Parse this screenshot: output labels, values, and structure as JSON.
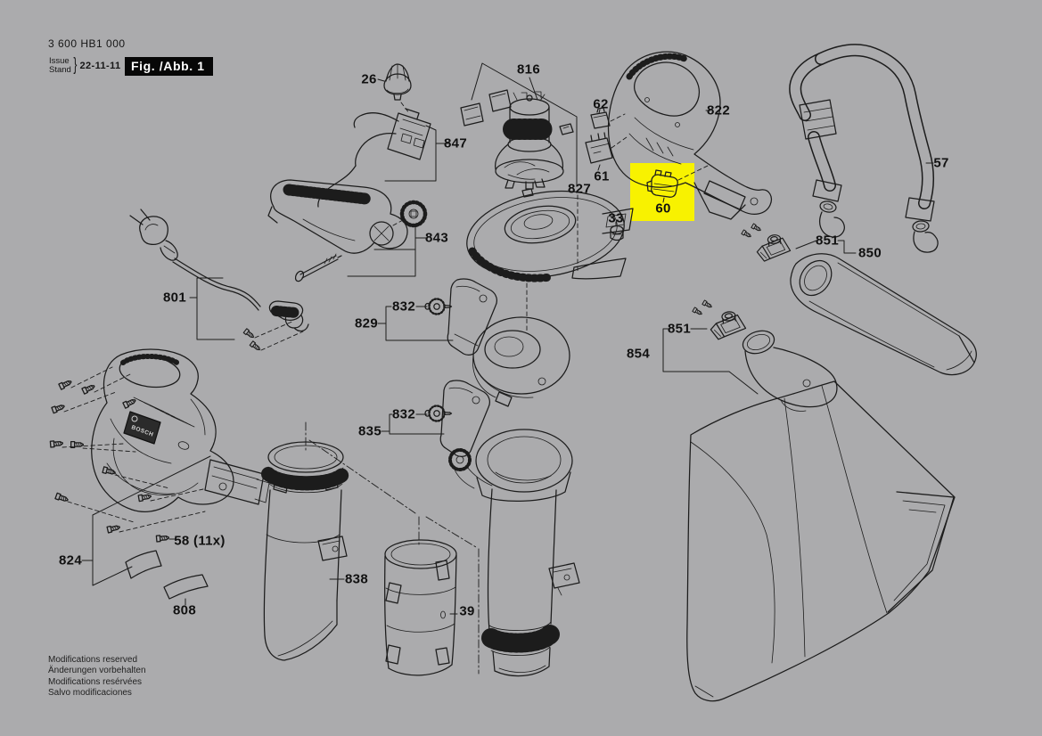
{
  "header": {
    "model_number": "3 600 HB1 000",
    "issue_label_en": "Issue",
    "issue_label_de": "Stand",
    "brace": "}",
    "issue_date": "22-11-11",
    "figure_caption": "Fig. /Abb. 1"
  },
  "drawing": {
    "brand_logo_text": "BOSCH",
    "highlight_color": "#f8f200",
    "highlighted_part": "60"
  },
  "colors": {
    "background": "#ababad",
    "line": "#1c1c1c",
    "figure_badge_bg": "#070707",
    "figure_badge_fg": "#ffffff"
  },
  "callouts": [
    {
      "label": "26"
    },
    {
      "label": "816"
    },
    {
      "label": "62"
    },
    {
      "label": "822"
    },
    {
      "label": "847"
    },
    {
      "label": "61"
    },
    {
      "label": "827"
    },
    {
      "label": "60",
      "highlighted": true
    },
    {
      "label": "33"
    },
    {
      "label": "57"
    },
    {
      "label": "843"
    },
    {
      "label": "851"
    },
    {
      "label": "850"
    },
    {
      "label": "801"
    },
    {
      "label": "832"
    },
    {
      "label": "829"
    },
    {
      "label": "851"
    },
    {
      "label": "854"
    },
    {
      "label": "832"
    },
    {
      "label": "835"
    },
    {
      "label": "58 (11x)"
    },
    {
      "label": "824"
    },
    {
      "label": "838"
    },
    {
      "label": "808"
    },
    {
      "label": "39"
    }
  ],
  "footer": {
    "lines": [
      "Modifications reserved",
      "Änderungen vorbehalten",
      "Modifications resérvées",
      "Salvo modificaciones"
    ]
  }
}
